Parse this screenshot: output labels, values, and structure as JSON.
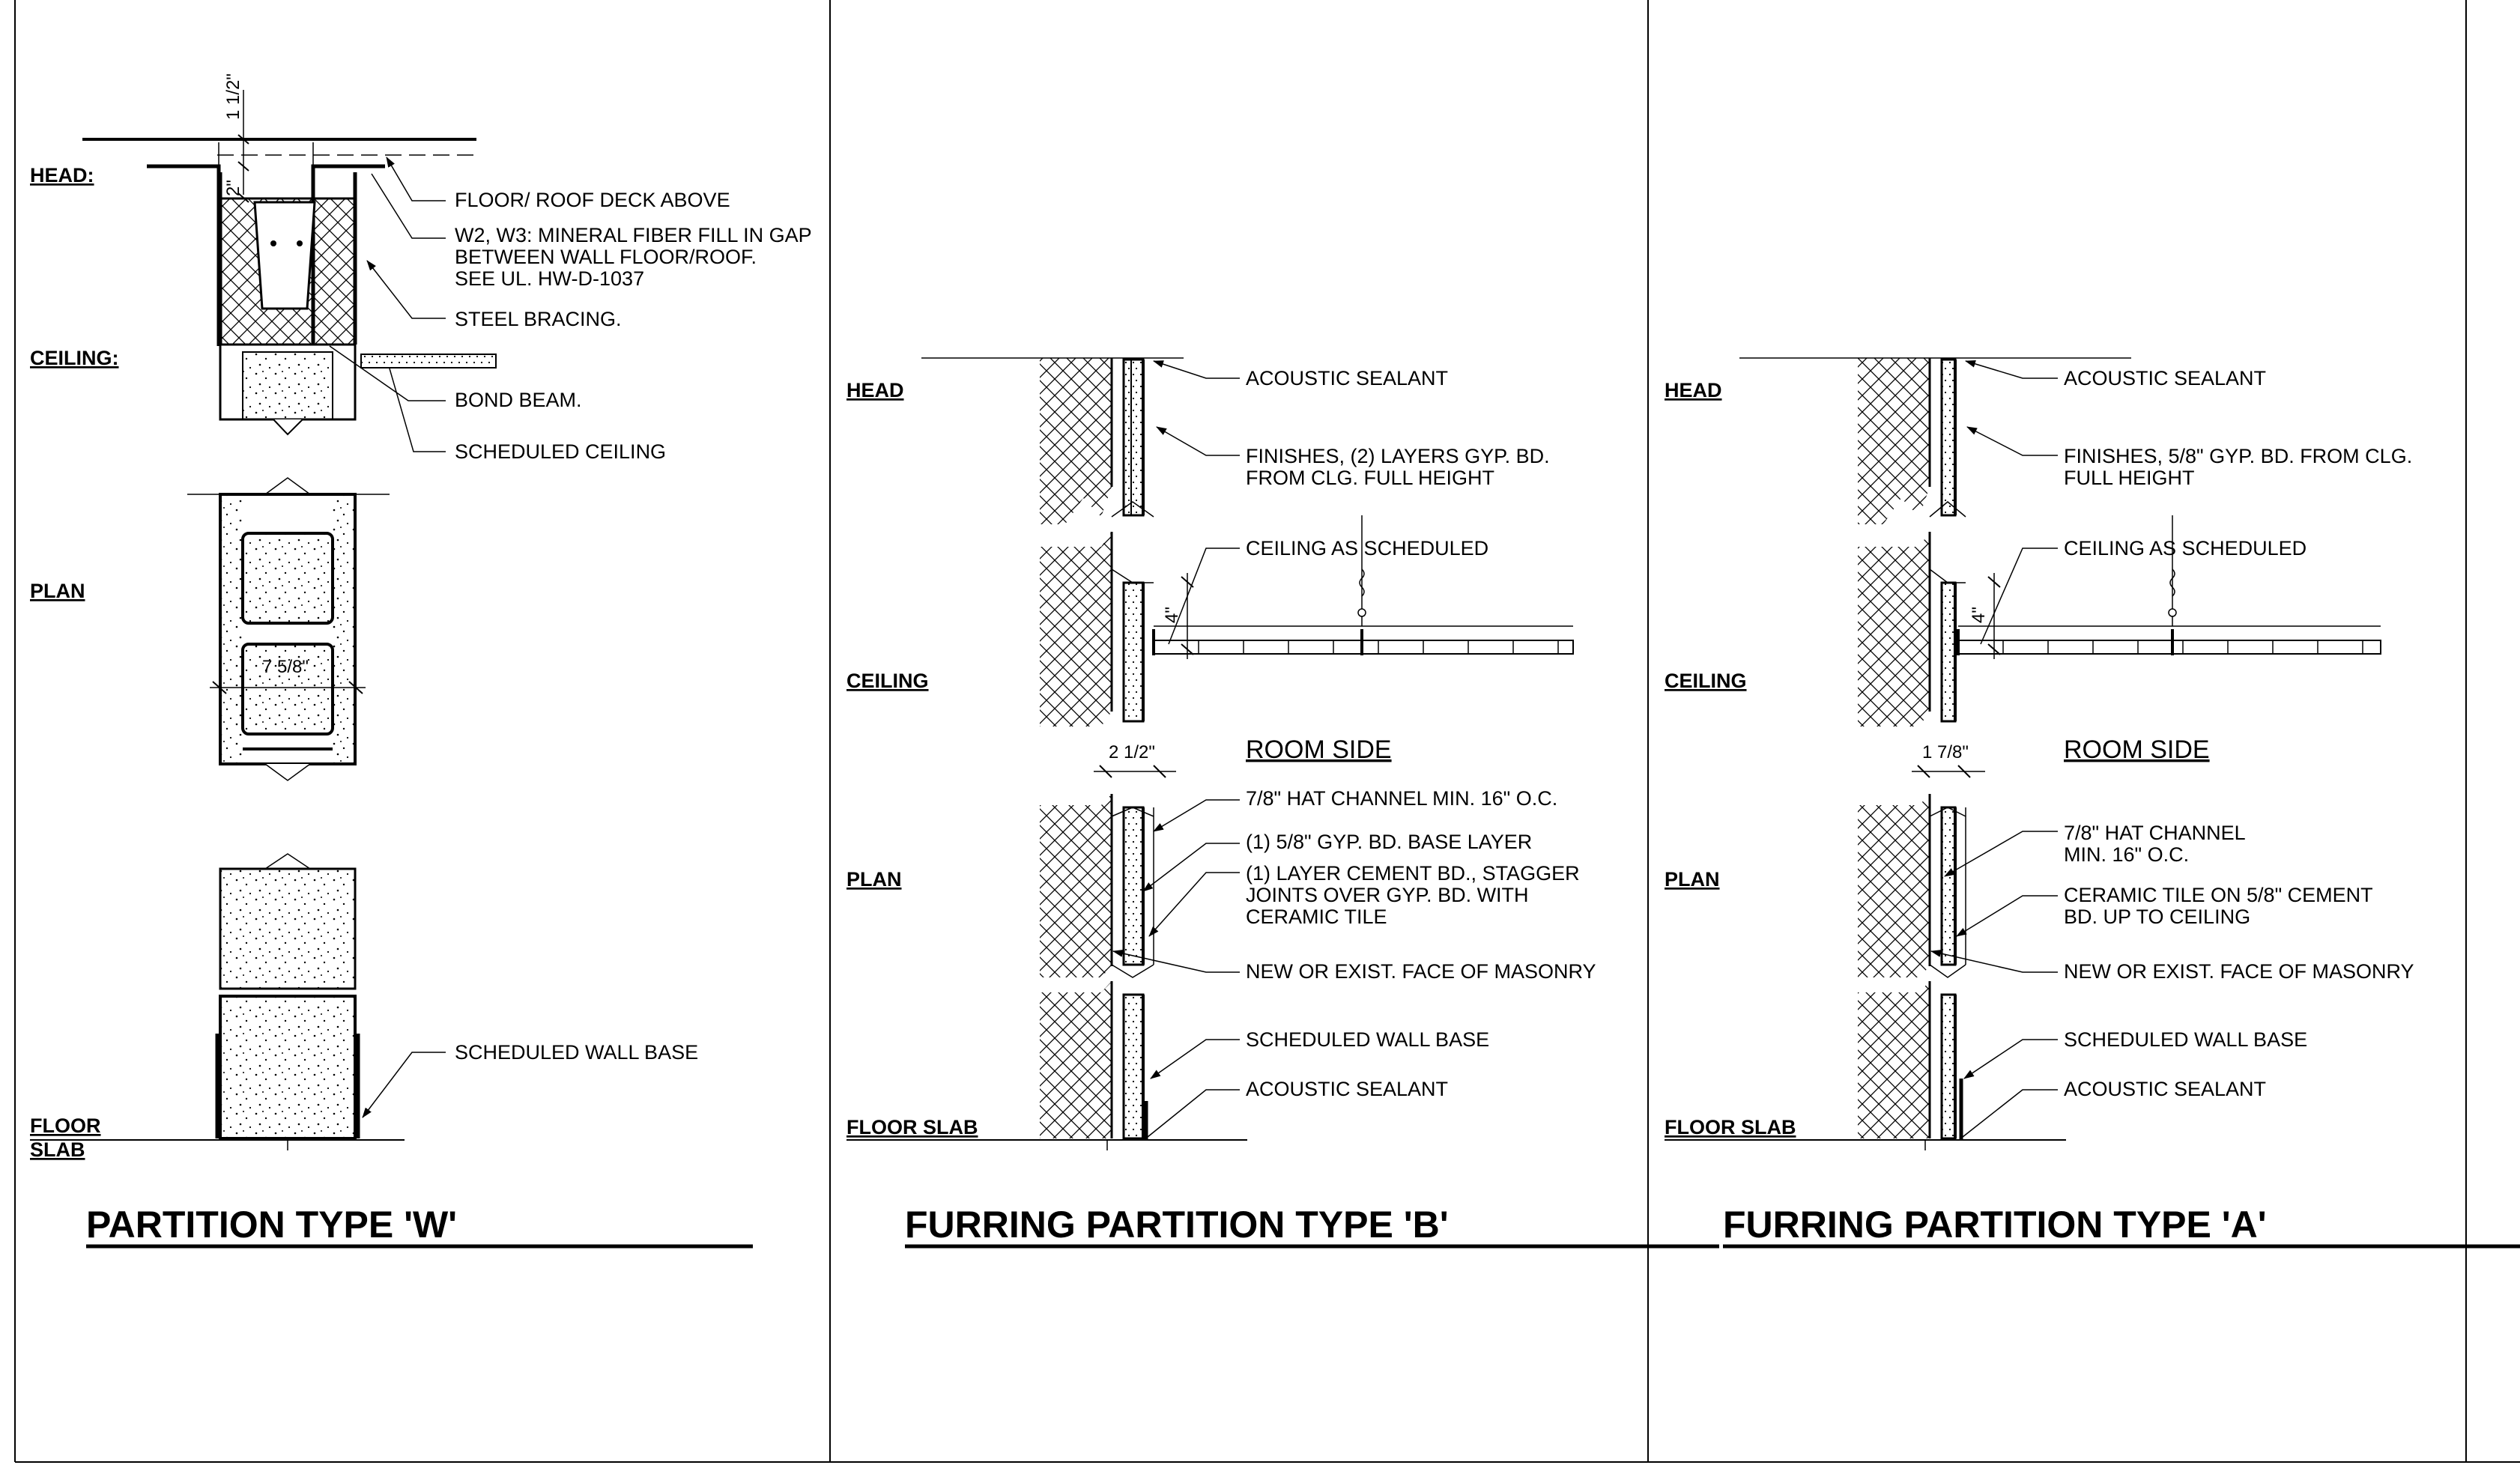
{
  "sheet": {
    "background": "#ffffff",
    "line_color": "#000000"
  },
  "panels": [
    {
      "id": "w",
      "title": "PARTITION TYPE 'W'",
      "levels": {
        "head": "HEAD:",
        "ceiling": "CEILING:",
        "plan": "PLAN",
        "floor1": "FLOOR",
        "floor2": "SLAB"
      },
      "dims": {
        "d1": "1 1/2\"",
        "d2": "2\"",
        "width": "7 5/8\""
      },
      "notes": {
        "n1": "FLOOR/ ROOF DECK ABOVE",
        "n2a": "W2, W3: MINERAL FIBER FILL IN GAP",
        "n2b": "BETWEEN WALL FLOOR/ROOF.",
        "n2c": "SEE UL. HW-D-1037",
        "n3": "STEEL BRACING.",
        "n4": "BOND BEAM.",
        "n5": "SCHEDULED CEILING",
        "n6": "SCHEDULED WALL BASE"
      }
    },
    {
      "id": "b",
      "title": "FURRING PARTITION TYPE 'B'",
      "levels": {
        "head": "HEAD",
        "ceiling": "CEILING",
        "plan": "PLAN",
        "floor": "FLOOR SLAB"
      },
      "dims": {
        "ceiling_gap": "4\"",
        "width": "2 1/2\""
      },
      "room_side": "ROOM SIDE",
      "notes": {
        "n1": "ACOUSTIC SEALANT",
        "n2a": "FINISHES, (2) LAYERS GYP. BD.",
        "n2b": "FROM CLG. FULL HEIGHT",
        "n3": "CEILING AS SCHEDULED",
        "n4": "7/8\" HAT CHANNEL MIN. 16\" O.C.",
        "n5": "(1) 5/8\" GYP. BD. BASE LAYER",
        "n6a": "(1) LAYER CEMENT BD., STAGGER",
        "n6b": "JOINTS OVER GYP. BD. WITH",
        "n6c": "CERAMIC TILE",
        "n7": "NEW OR EXIST. FACE OF MASONRY",
        "n8": "SCHEDULED WALL BASE",
        "n9": "ACOUSTIC SEALANT"
      }
    },
    {
      "id": "a",
      "title": "FURRING PARTITION TYPE 'A'",
      "levels": {
        "head": "HEAD",
        "ceiling": "CEILING",
        "plan": "PLAN",
        "floor": "FLOOR SLAB"
      },
      "dims": {
        "ceiling_gap": "4\"",
        "width": "1 7/8\""
      },
      "room_side": "ROOM SIDE",
      "notes": {
        "n1": "ACOUSTIC SEALANT",
        "n2a": "FINISHES, 5/8\" GYP. BD. FROM CLG.",
        "n2b": "FULL HEIGHT",
        "n3": "CEILING AS SCHEDULED",
        "n4a": "7/8\" HAT CHANNEL",
        "n4b": "MIN. 16\" O.C.",
        "n5a": "CERAMIC TILE ON 5/8\" CEMENT",
        "n5b": "BD. UP TO CEILING",
        "n7": "NEW OR EXIST. FACE OF MASONRY",
        "n8": "SCHEDULED WALL BASE",
        "n9": "ACOUSTIC SEALANT"
      }
    }
  ]
}
